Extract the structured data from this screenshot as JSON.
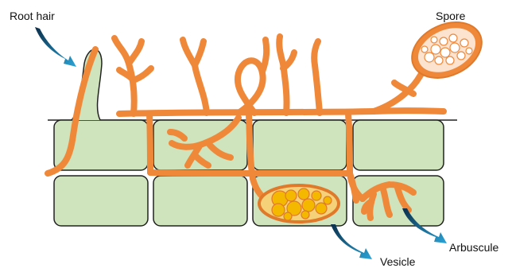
{
  "labels": {
    "root_hair": "Root hair",
    "spore": "Spore",
    "vesicle": "Vesicle",
    "arbuscule": "Arbuscule"
  },
  "colors": {
    "hypha": "#F0883A",
    "cell_fill": "#CFE3BC",
    "cell_stroke": "#222222",
    "spore_fill": "#F0883A",
    "spore_inner": "#FBE3CF",
    "vesicle_fill": "#F5B800",
    "vesicle_stroke": "#E07A2A",
    "arrow": "#0A3E5C"
  }
}
